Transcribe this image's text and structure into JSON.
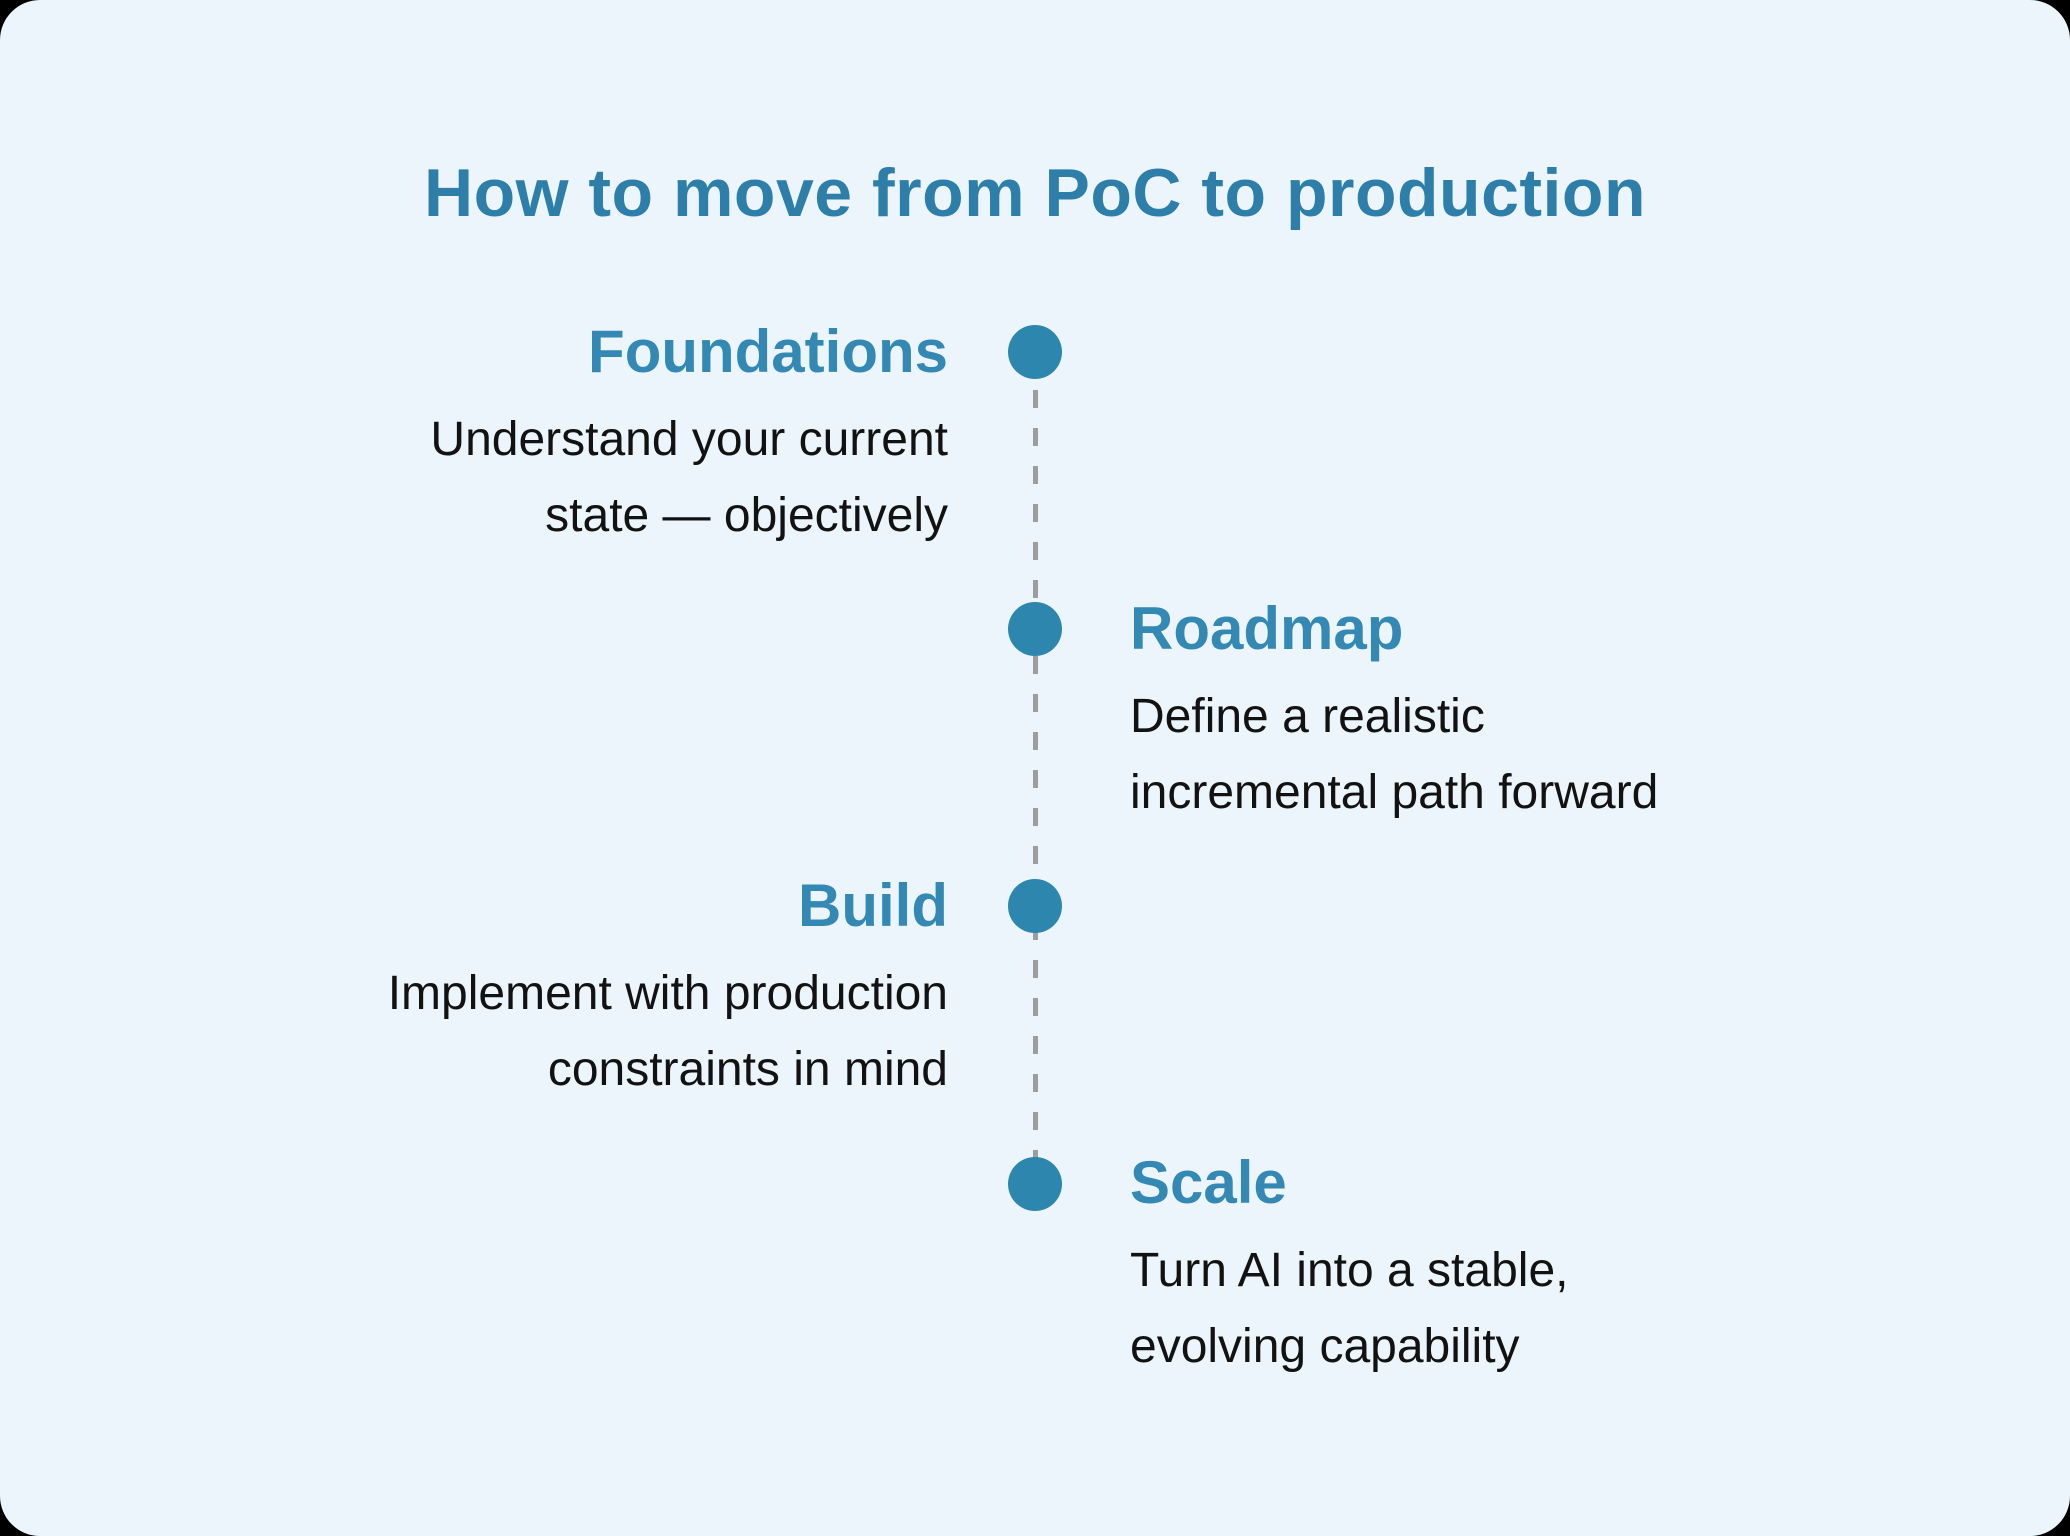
{
  "page": {
    "title": "How to move from PoC to production"
  },
  "colors": {
    "outer_background": "#000000",
    "canvas_background": "#ecf5fc",
    "title_text": "#2d7fa9",
    "step_label_text": "#3389b3",
    "description_text": "#121212",
    "timeline_dot": "#2d86ae",
    "timeline_dashed_line": "#9d9d9d"
  },
  "timeline": {
    "steps": [
      {
        "label": "Foundations",
        "desc_line1": "Understand your current",
        "desc_line2": "state — objectively",
        "side": "left"
      },
      {
        "label": "Roadmap",
        "desc_line1": "Define a realistic",
        "desc_line2": "incremental path forward",
        "side": "right"
      },
      {
        "label": "Build",
        "desc_line1": "Implement with production",
        "desc_line2": "constraints in mind",
        "side": "left"
      },
      {
        "label": "Scale",
        "desc_line1": "Turn AI into a stable,",
        "desc_line2": "evolving capability",
        "side": "right"
      }
    ]
  }
}
